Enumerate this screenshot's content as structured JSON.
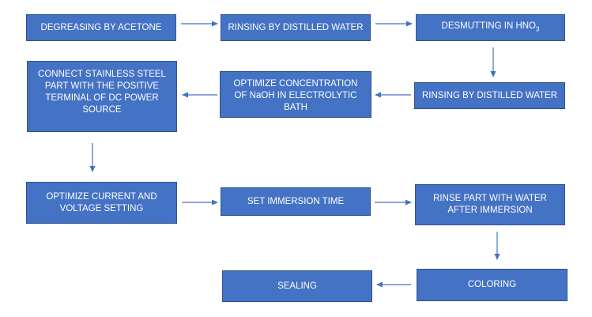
{
  "nodes": {
    "degreasing": "DEGREASING BY ACETONE",
    "rinsing_1": "RINSING BY DISTILLED WATER",
    "desmutting": "DESMUTTING IN HNO",
    "desmutting_sub": "3",
    "rinsing_2": "RINSING BY DISTILLED WATER",
    "optimize_naoh": "OPTIMIZE CONCENTRATION OF NaOH IN ELECTROLYTIC BATH",
    "connect_part": "CONNECT STAINLESS STEEL PART WITH THE POSITIVE TERMINAL OF DC POWER SOURCE",
    "optimize_current": "OPTIMIZE CURRENT AND VOLTAGE SETTING",
    "immersion_time": "SET IMMERSION TIME",
    "rinse_part": "RINSE PART WITH WATER AFTER IMMERSION",
    "coloring": "COLORING",
    "sealing": "SEALING"
  },
  "colors": {
    "box_fill": "#4472c4",
    "box_border": "#2f528f",
    "arrow": "#4472c4",
    "text": "#ffffff"
  }
}
